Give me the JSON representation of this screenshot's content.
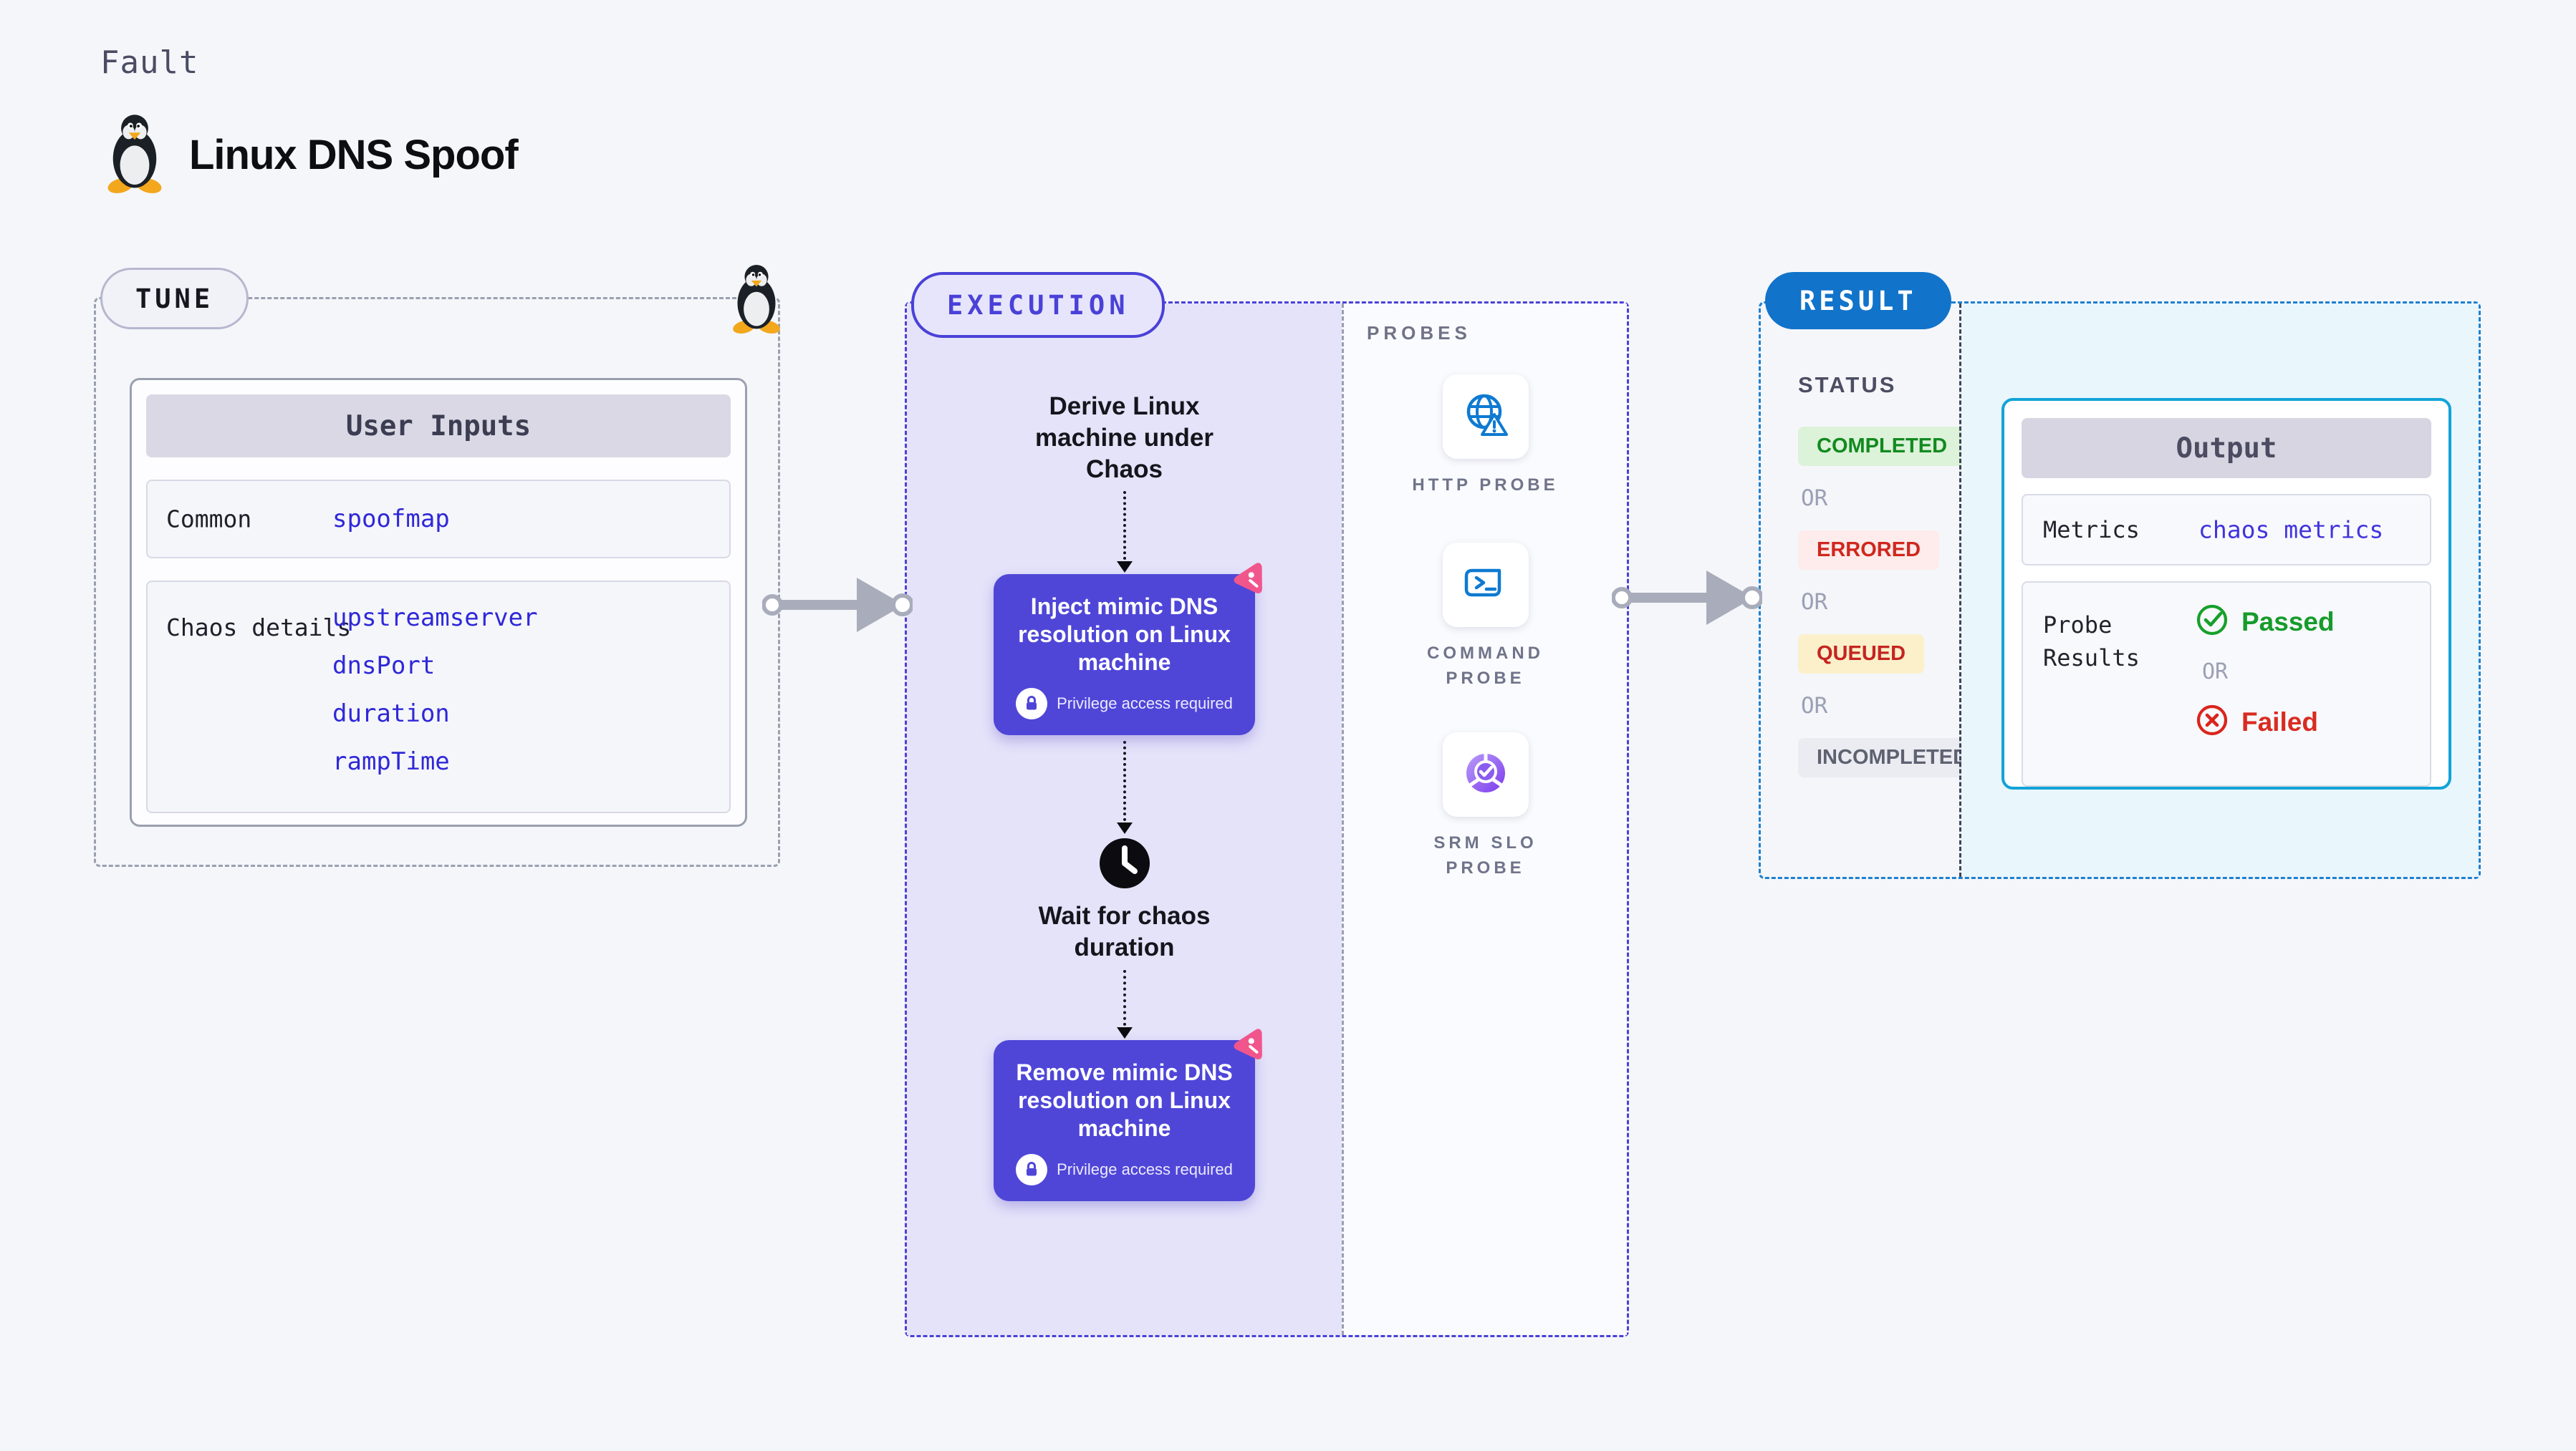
{
  "page": {
    "kicker": "Fault",
    "title": "Linux DNS Spoof"
  },
  "tune": {
    "badge": "TUNE",
    "user_inputs": {
      "title": "User Inputs",
      "rows": [
        {
          "label": "Common",
          "values": [
            "spoofmap"
          ]
        },
        {
          "label": "Chaos details",
          "values": [
            "upstreamserver",
            "dnsPort",
            "duration",
            "rampTime"
          ]
        }
      ]
    }
  },
  "execution": {
    "badge": "EXECUTION",
    "steps": {
      "derive": "Derive Linux machine under Chaos",
      "inject": "Inject mimic DNS resolution on Linux machine",
      "privilege_note": "Privilege access required",
      "wait": "Wait for chaos duration",
      "remove": "Remove mimic DNS resolution on Linux machine"
    },
    "probes": {
      "title": "PROBES",
      "items": [
        {
          "icon": "globe-alert-icon",
          "label": "HTTP PROBE"
        },
        {
          "icon": "terminal-icon",
          "label": "COMMAND PROBE"
        },
        {
          "icon": "slo-pie-check-icon",
          "label": "SRM SLO PROBE"
        }
      ]
    }
  },
  "result": {
    "badge": "RESULT",
    "status": {
      "title": "STATUS",
      "separator": "OR",
      "badges": [
        "COMPLETED",
        "ERRORED",
        "QUEUED",
        "INCOMPLETED"
      ]
    },
    "output": {
      "title": "Output",
      "metrics_label": "Metrics",
      "metrics_value": "chaos metrics",
      "probe_results_label": "Probe Results",
      "separator": "OR",
      "passed": "Passed",
      "failed": "Failed"
    }
  },
  "icons": {
    "tux-penguin-icon": "linux penguin",
    "lock-icon": "privilege lock",
    "clock-icon": "wait clock",
    "litmus-chaos-icon": "pink chaos triangle",
    "check-circle-icon": "passed",
    "x-circle-icon": "failed"
  },
  "colors": {
    "page_bg": "#f5f6fa",
    "indigo": "#4a41d8",
    "indigo_node": "#4f46d8",
    "indigo_panel": "#e5e3fa",
    "result_blue": "#1173ca",
    "output_border": "#12a3d8",
    "output_panel": "#e9f6fc",
    "value_blue": "#2f28d8",
    "passed_green": "#169b2b",
    "failed_red": "#d92b21",
    "pink": "#f0568c"
  }
}
